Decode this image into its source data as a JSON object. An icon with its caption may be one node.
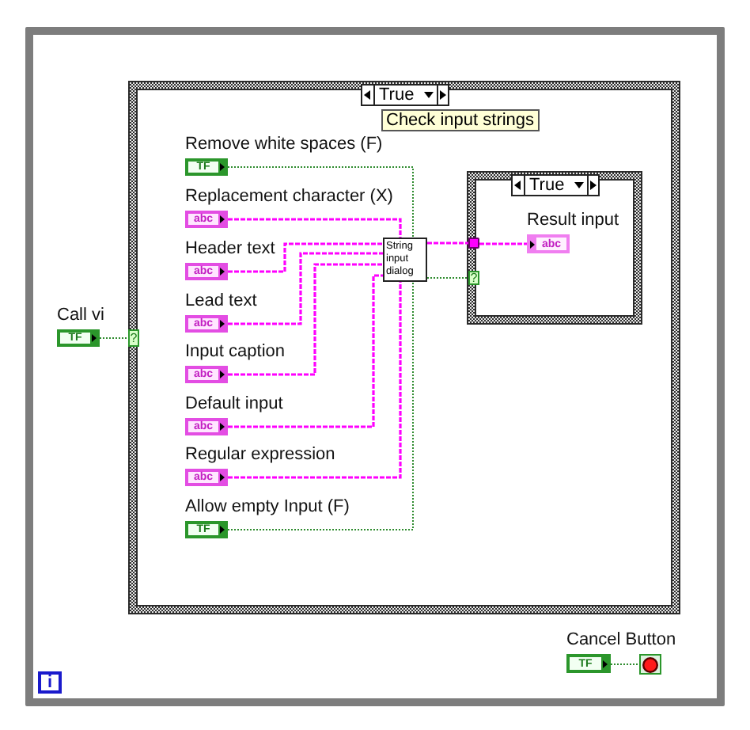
{
  "diagram": {
    "nodes": [
      {
        "text": [],
        "shape": "box"
      },
      {
        "text": [
          "True",
          "Check input strings"
        ],
        "in": 0
      },
      {
        "text": [
          "TF"
        ],
        "beside": [
          "Call vi"
        ],
        "in": 0
      },
      {
        "text": [
          "?"
        ],
        "in": 1
      },
      {
        "text": [
          "TF"
        ],
        "beside": [
          "Remove white spaces (F)"
        ],
        "in": 1
      },
      {
        "text": [
          "abc"
        ],
        "beside": [
          "Replacement character (X)"
        ],
        "in": 1
      },
      {
        "text": [
          "abc"
        ],
        "beside": [
          "Header text"
        ],
        "in": 1
      },
      {
        "text": [
          "abc"
        ],
        "beside": [
          "Lead text"
        ],
        "in": 1
      },
      {
        "text": [
          "abc"
        ],
        "beside": [
          "Input caption"
        ],
        "in": 1
      },
      {
        "text": [
          "abc"
        ],
        "beside": [
          "Default input"
        ],
        "in": 1
      },
      {
        "text": [
          "abc"
        ],
        "beside": [
          "Regular expression"
        ],
        "in": 1
      },
      {
        "text": [
          "TF"
        ],
        "beside": [
          "Allow empty Input (F)"
        ],
        "in": 1
      },
      {
        "text": [
          "String input dialog"
        ],
        "in": 1
      },
      {
        "text": [
          "True"
        ],
        "in": 1
      },
      {
        "text": [],
        "shape": "box",
        "in": 13
      },
      {
        "text": [
          "?"
        ],
        "in": 13
      },
      {
        "text": [
          "abc"
        ],
        "beside": [
          "Result input"
        ],
        "in": 13
      },
      {
        "text": [
          "TF"
        ],
        "beside": [
          "Cancel Button"
        ],
        "in": 0
      },
      {
        "text": [],
        "shape": "circle",
        "in": 0
      },
      {
        "text": [
          "i"
        ],
        "in": 0
      }
    ],
    "edges": [
      {
        "from": 2,
        "to": 3,
        "arrow": "none",
        "style": "dashed",
        "color": "#2e8b2e"
      },
      {
        "from": 4,
        "to": 12,
        "arrow": "none",
        "style": "dashed",
        "color": "#2e8b2e"
      },
      {
        "from": 5,
        "to": 12,
        "arrow": "none"
      },
      {
        "from": 6,
        "to": 12,
        "arrow": "none"
      },
      {
        "from": 7,
        "to": 12,
        "arrow": "none"
      },
      {
        "from": 8,
        "to": 12,
        "arrow": "none"
      },
      {
        "from": 9,
        "to": 12,
        "arrow": "none"
      },
      {
        "from": 10,
        "to": 12,
        "arrow": "none"
      },
      {
        "from": 11,
        "to": 12,
        "arrow": "none",
        "style": "dashed",
        "color": "#2e8b2e"
      },
      {
        "from": 12,
        "to": 14,
        "arrow": "none"
      },
      {
        "from": 14,
        "to": 16,
        "arrow": "none"
      },
      {
        "from": 12,
        "to": 15,
        "arrow": "none",
        "style": "dashed",
        "color": "#2e8b2e"
      },
      {
        "from": 17,
        "to": 18,
        "arrow": "none",
        "style": "dashed",
        "color": "#2e8b2e"
      }
    ]
  }
}
